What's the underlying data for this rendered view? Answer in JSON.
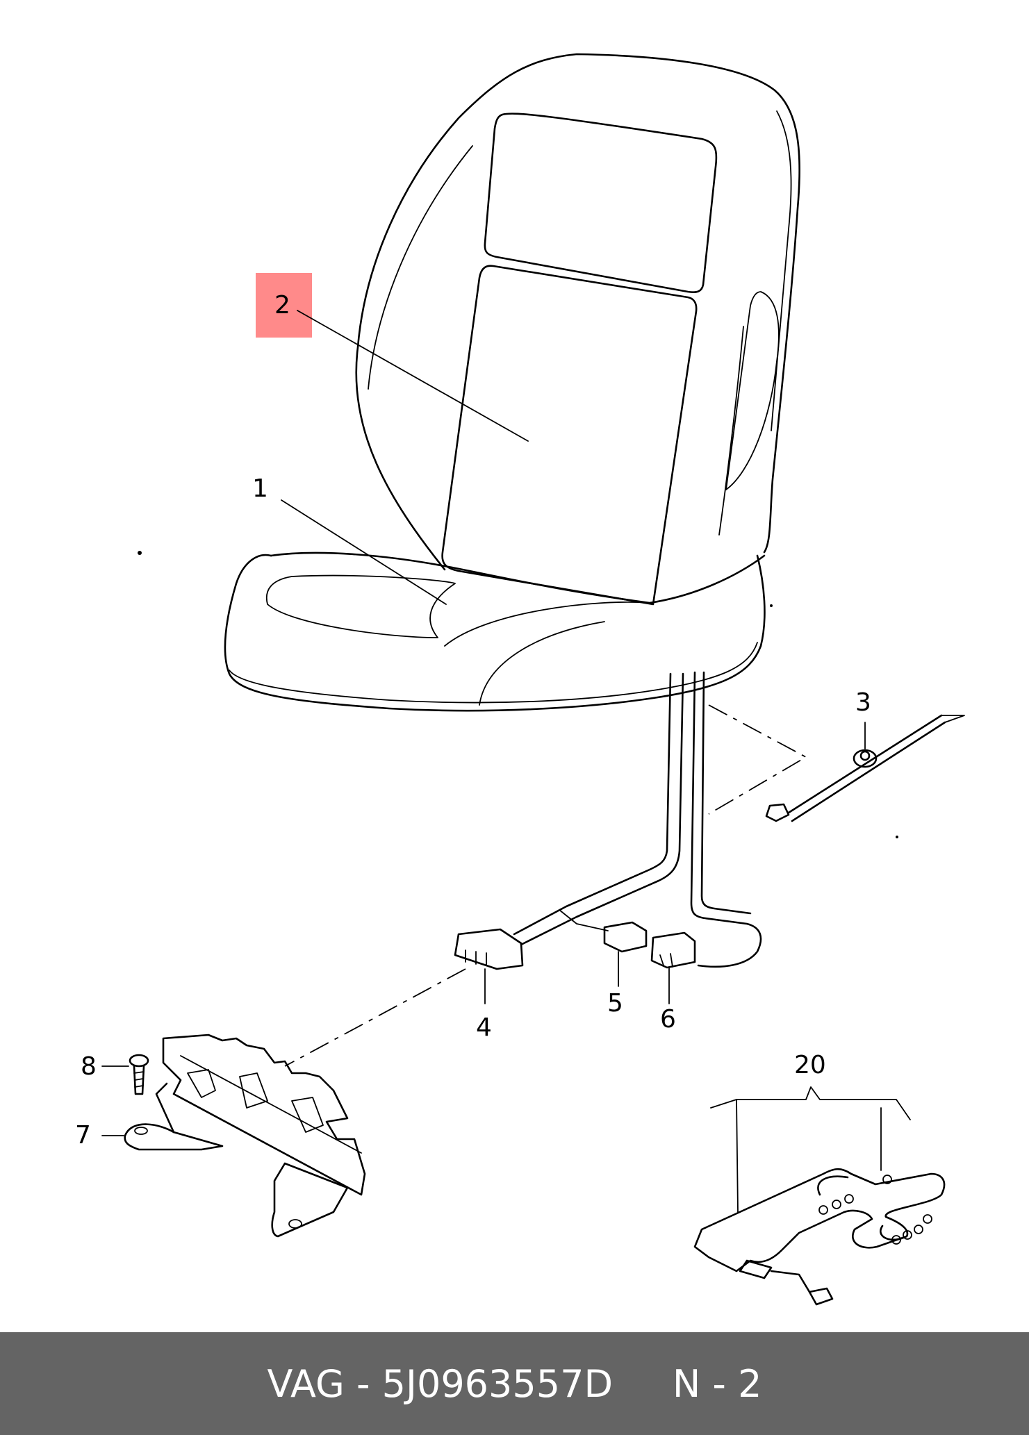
{
  "callouts": {
    "c1": "1",
    "c2": "2",
    "c3": "3",
    "c4": "4",
    "c5": "5",
    "c6": "6",
    "c7": "7",
    "c8": "8",
    "c20": "20"
  },
  "footer": {
    "label": "VAG - 5J0963557D     N - 2"
  },
  "colors": {
    "highlight": "#ff8a8a",
    "footer_bg": "#646464",
    "footer_text": "#ffffff"
  }
}
